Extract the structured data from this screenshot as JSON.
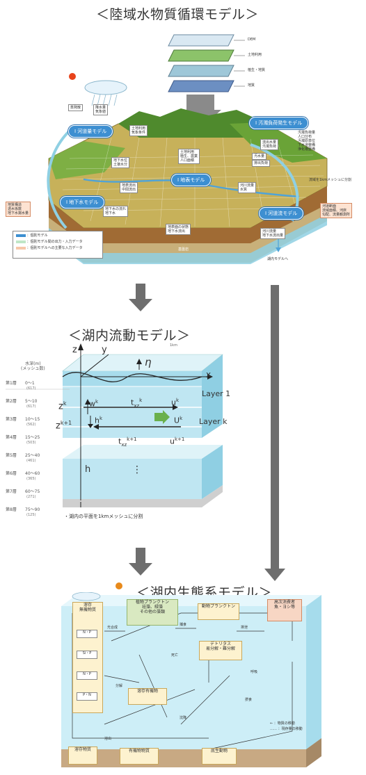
{
  "titles": {
    "land_model": "＜陸域水物質循環モデル＞",
    "lake_flow_model": "＜湖内流動モデル＞",
    "lake_eco_model": "＜湖内生態系モデル＞"
  },
  "land_model": {
    "stack_layers": [
      "DEM",
      "土地利用",
      "植生・地質",
      "地質"
    ],
    "rain_labels": [
      "蒸発散",
      "降水量\n気象値"
    ],
    "pills": {
      "river": "I 河道量モデル",
      "pollution": "I 汚濁負荷発生モデル",
      "surface": "I 地表モデル",
      "groundwater": "I 地下水モデル",
      "river_channel": "I 河道流モデル"
    },
    "notes": {
      "n1": "土地利用\n気象条件",
      "n2": "地下水位\n土壌水分",
      "n3": "土地利用\n植生、農業\n人口面積",
      "n4": "流出水量\n汚濁負荷",
      "n5": "汚水量",
      "n6": "排出負荷",
      "n7": "河川流量\n水質",
      "n8": "地表流出\n中間流出",
      "n9": "地下水の流れ\n地下水",
      "n10": "地表面の状態\n地下水流出",
      "left_pink": "地質構造\n透水係数\n地下水揚水量",
      "right_pink": "河道断面\n流域面積、河床\n勾配、流量観測所",
      "right_notes": "汚濁負荷量\n人口分布\n汚濁原単位\n下水道整備\n浄化槽整備",
      "mesh": "流域を1kmメッシュに分割",
      "bottom_center": "河川流量\n地下水流出量",
      "to_lake": "湖内モデルへ",
      "bedrock": "基盤岩"
    },
    "legend": [
      "：個別モデル",
      "：個別モデル間の出力・入力データ",
      "：個別モデルへの主要な入力データ"
    ]
  },
  "flow_model": {
    "header_left": "水深(m)\n(メッシュ数)",
    "top_label": "1km",
    "rows": [
      {
        "layer": "第1層",
        "depth": "0〜1",
        "mesh": "(617)"
      },
      {
        "layer": "第2層",
        "depth": "5〜10",
        "mesh": "(617)"
      },
      {
        "layer": "第3層",
        "depth": "10〜15",
        "mesh": "(562)"
      },
      {
        "layer": "第4層",
        "depth": "15〜25",
        "mesh": "(503)"
      },
      {
        "layer": "第5層",
        "depth": "25〜40",
        "mesh": "(461)"
      },
      {
        "layer": "第6層",
        "depth": "40〜60",
        "mesh": "(365)"
      },
      {
        "layer": "第7層",
        "depth": "60〜75",
        "mesh": "(271)"
      },
      {
        "layer": "第8層",
        "depth": "75〜90",
        "mesh": "(125)"
      }
    ],
    "symbols": {
      "z": "z",
      "y": "y",
      "x": "x",
      "eta": "η",
      "layer1": "Layer  1",
      "layerk": "Layer  k",
      "zk": "z",
      "zk_sup": "k",
      "zk1": "z",
      "zk1_sup": "k+1",
      "wk": "w",
      "wk_sup": "k",
      "hk": "h",
      "hk_sup": "k",
      "txz": "t",
      "txz_sub": "xz",
      "txz_sup": "k",
      "txz2": "t",
      "txz2_sub": "xz",
      "txz2_sup": "k+1",
      "uk": "u",
      "uk_sup": "k",
      "Uk": "U",
      "Uk_sup": "k",
      "uk1": "u",
      "uk1_sup": "k+1",
      "h": "h",
      "dots": "⋮"
    },
    "caption": "・湖内の平面を1kmメッシュに分割"
  },
  "eco_model": {
    "boxes": {
      "dissolved_inorganic": "溶存\n無機物質",
      "phyto": "植物プランクトン\n珪藻、緑藻\nその他の藻類",
      "zoo": "動物プランクトン",
      "higher": "高次消費者\n魚・ヨシ等",
      "detritus": "デトリタス\n易分解・難分解",
      "dissolved_organic": "溶存有機物",
      "sediment_inorganic": "溶存物質",
      "sediment_organic": "有機物物質",
      "benthos": "底生動物"
    },
    "mini": [
      "N・P",
      "Si・P",
      "N・P",
      "P・N"
    ],
    "tiny_labels": [
      "光合成",
      "捕食",
      "排泄",
      "死亡",
      "分解",
      "溶出",
      "沈降",
      "呼吸",
      "摂食"
    ],
    "right_labels": [
      "← ：物質の移動",
      "…… ：現存量の移動"
    ]
  },
  "colors": {
    "water": "#bfe6f2",
    "water_dark": "#8fcfe3",
    "soil": "#8a5a2c",
    "grass": "#6aa337",
    "pill": "#3d8fd1",
    "arrow": "#6e6e6e"
  }
}
